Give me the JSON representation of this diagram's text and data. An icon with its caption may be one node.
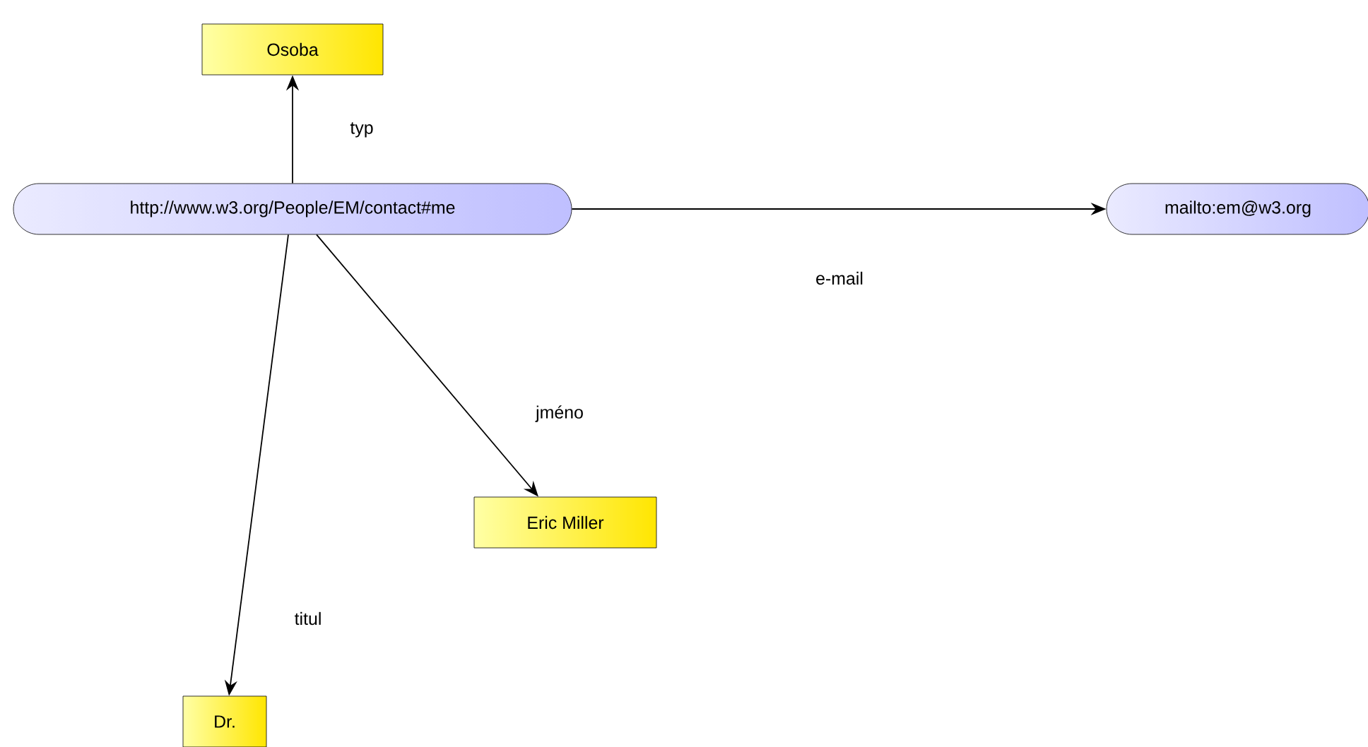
{
  "diagram": {
    "nodes": [
      {
        "text": [
          "Osoba"
        ]
      },
      {
        "text": [
          "http://www.w3.org/People/EM/contact#me"
        ]
      },
      {
        "text": [
          "mailto:em@w3.org"
        ]
      },
      {
        "text": [
          "Eric Miller"
        ]
      },
      {
        "text": [
          "Dr."
        ]
      }
    ],
    "edges": [
      {
        "from": 1,
        "to": 0,
        "arrow": "to",
        "label": "typ"
      },
      {
        "from": 1,
        "to": 2,
        "arrow": "to",
        "label": "e-mail"
      },
      {
        "from": 1,
        "to": 3,
        "arrow": "to",
        "label": "jméno"
      },
      {
        "from": 1,
        "to": 4,
        "arrow": "to",
        "label": "titul"
      }
    ]
  }
}
